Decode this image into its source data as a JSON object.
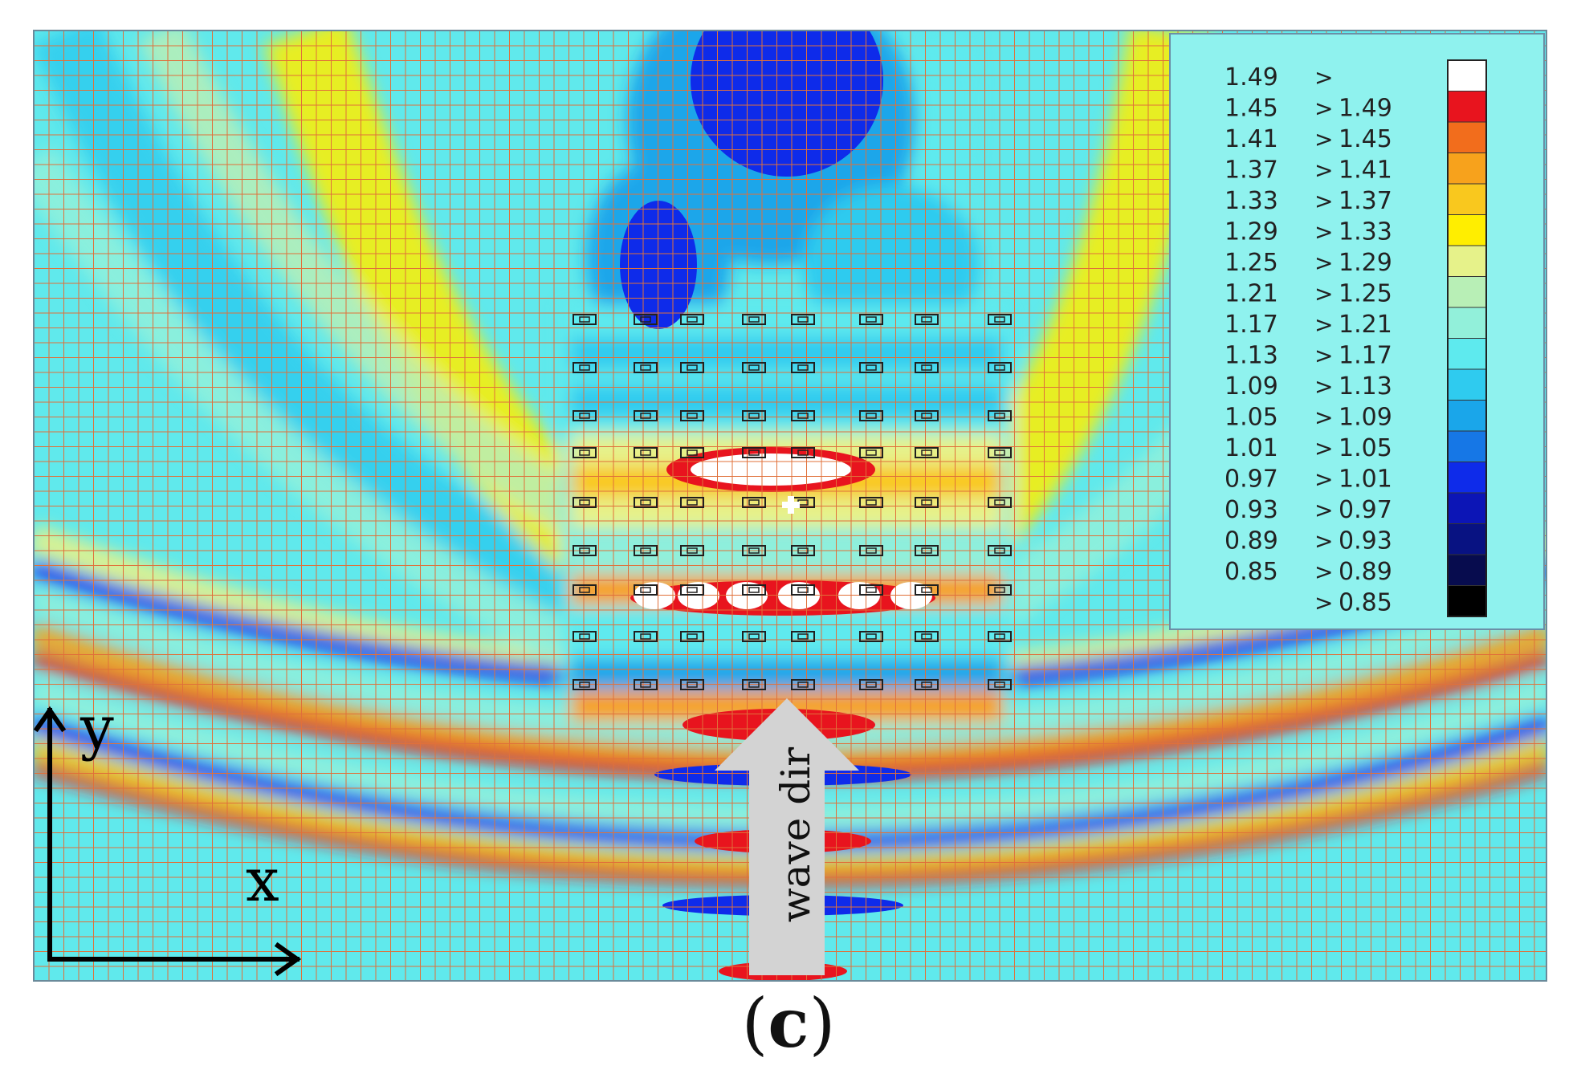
{
  "figure": {
    "caption_open": "(",
    "caption_label": "c",
    "caption_close": ")",
    "axis_x_label": "x",
    "axis_y_label": "y",
    "arrow_label": "wave dir"
  },
  "chart_data": {
    "type": "heatmap",
    "title": "",
    "legend": {
      "placement": "top-right",
      "entries": [
        {
          "low": "1.49",
          "high": "",
          "color": "#ffffff"
        },
        {
          "low": "1.45",
          "high": "1.49",
          "color": "#e8141e"
        },
        {
          "low": "1.41",
          "high": "1.45",
          "color": "#f26d1c"
        },
        {
          "low": "1.37",
          "high": "1.41",
          "color": "#f7a21c"
        },
        {
          "low": "1.33",
          "high": "1.37",
          "color": "#f9c81e"
        },
        {
          "low": "1.29",
          "high": "1.33",
          "color": "#ffee00"
        },
        {
          "low": "1.25",
          "high": "1.29",
          "color": "#e6f28a"
        },
        {
          "low": "1.21",
          "high": "1.25",
          "color": "#b8efb6"
        },
        {
          "low": "1.17",
          "high": "1.21",
          "color": "#92f0da"
        },
        {
          "low": "1.13",
          "high": "1.17",
          "color": "#5eeaee"
        },
        {
          "low": "1.09",
          "high": "1.13",
          "color": "#2fcbef"
        },
        {
          "low": "1.05",
          "high": "1.09",
          "color": "#1aa6ea"
        },
        {
          "low": "1.01",
          "high": "1.05",
          "color": "#1677e6"
        },
        {
          "low": "0.97",
          "high": "1.01",
          "color": "#0e2bea"
        },
        {
          "low": "0.93",
          "high": "0.97",
          "color": "#0c15b6"
        },
        {
          "low": "0.89",
          "high": "0.93",
          "color": "#081282"
        },
        {
          "low": "0.85",
          "high": "0.89",
          "color": "#070c4e"
        },
        {
          "low": "",
          "high": "0.85",
          "color": "#000000"
        }
      ]
    },
    "grid_lines": true,
    "grid_color": "#e0703a",
    "background_color": "#60e9ec",
    "legend_background": "#8ff2ee",
    "arrow_color": "#d3d3d3",
    "cylinder_columns": 8,
    "cylinder_rows": 9
  }
}
